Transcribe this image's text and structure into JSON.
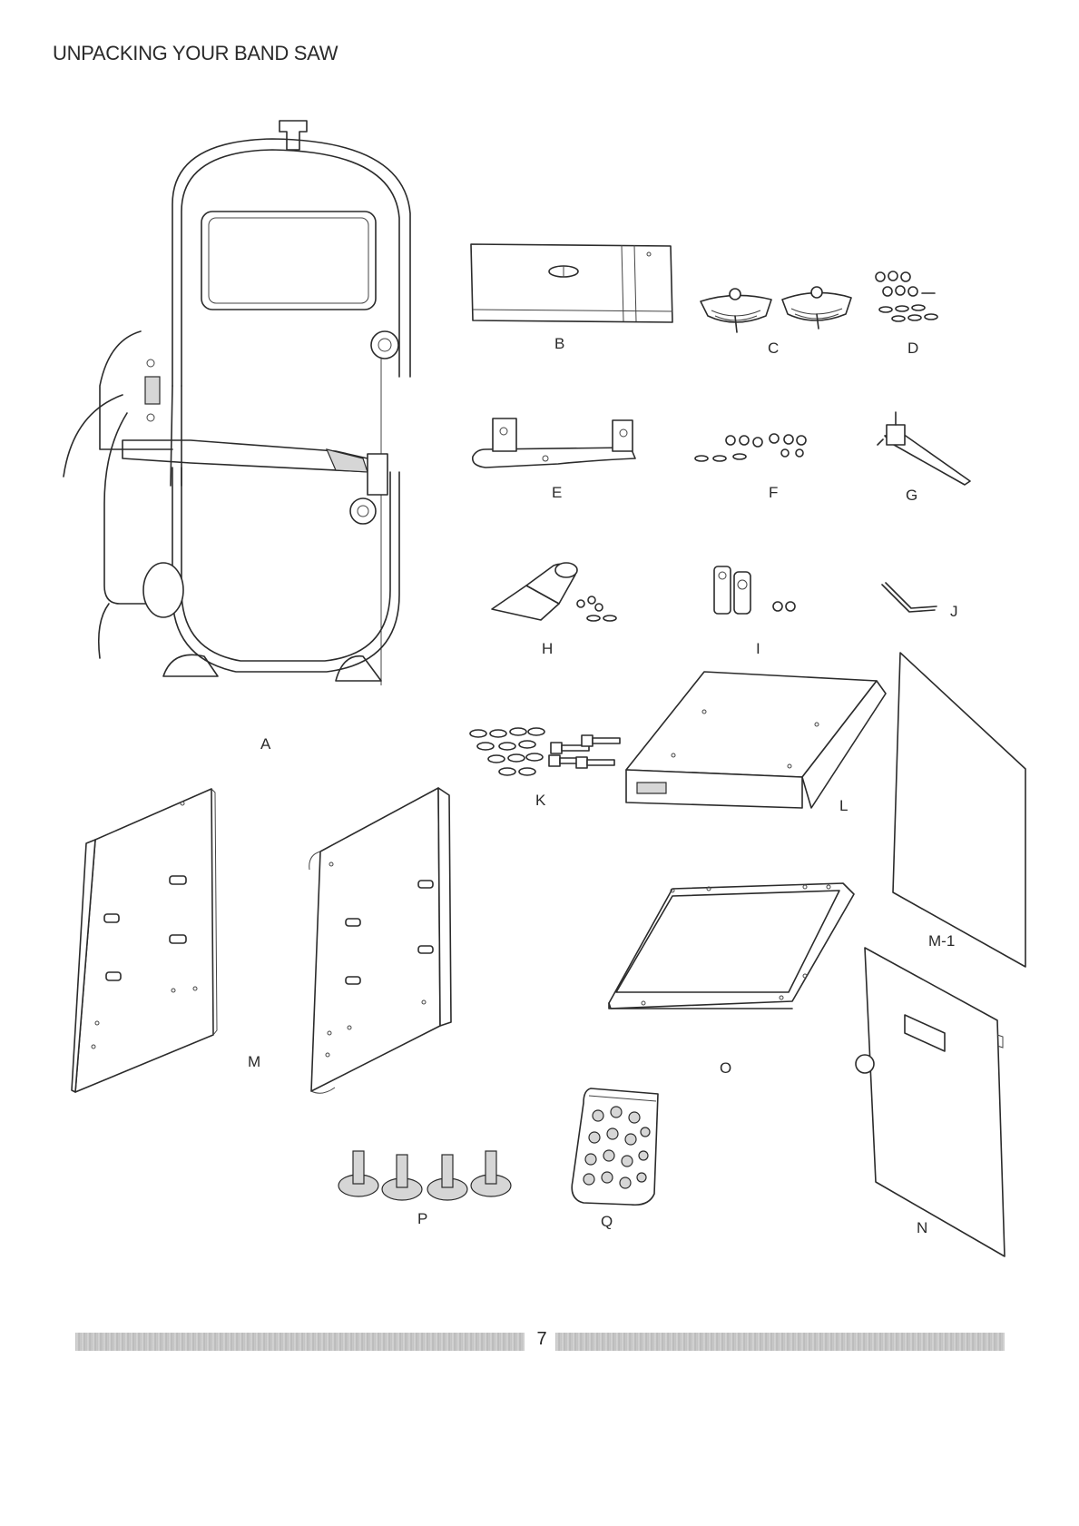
{
  "page": {
    "title": "UNPACKING YOUR BAND SAW",
    "page_number": "7"
  },
  "parts": {
    "A": "A",
    "B": "B",
    "C": "C",
    "D": "D",
    "E": "E",
    "F": "F",
    "G": "G",
    "H": "H",
    "I": "I",
    "J": "J",
    "K": "K",
    "L": "L",
    "M": "M",
    "M1": "M-1",
    "N": "N",
    "O": "O",
    "P": "P",
    "Q": "Q"
  }
}
